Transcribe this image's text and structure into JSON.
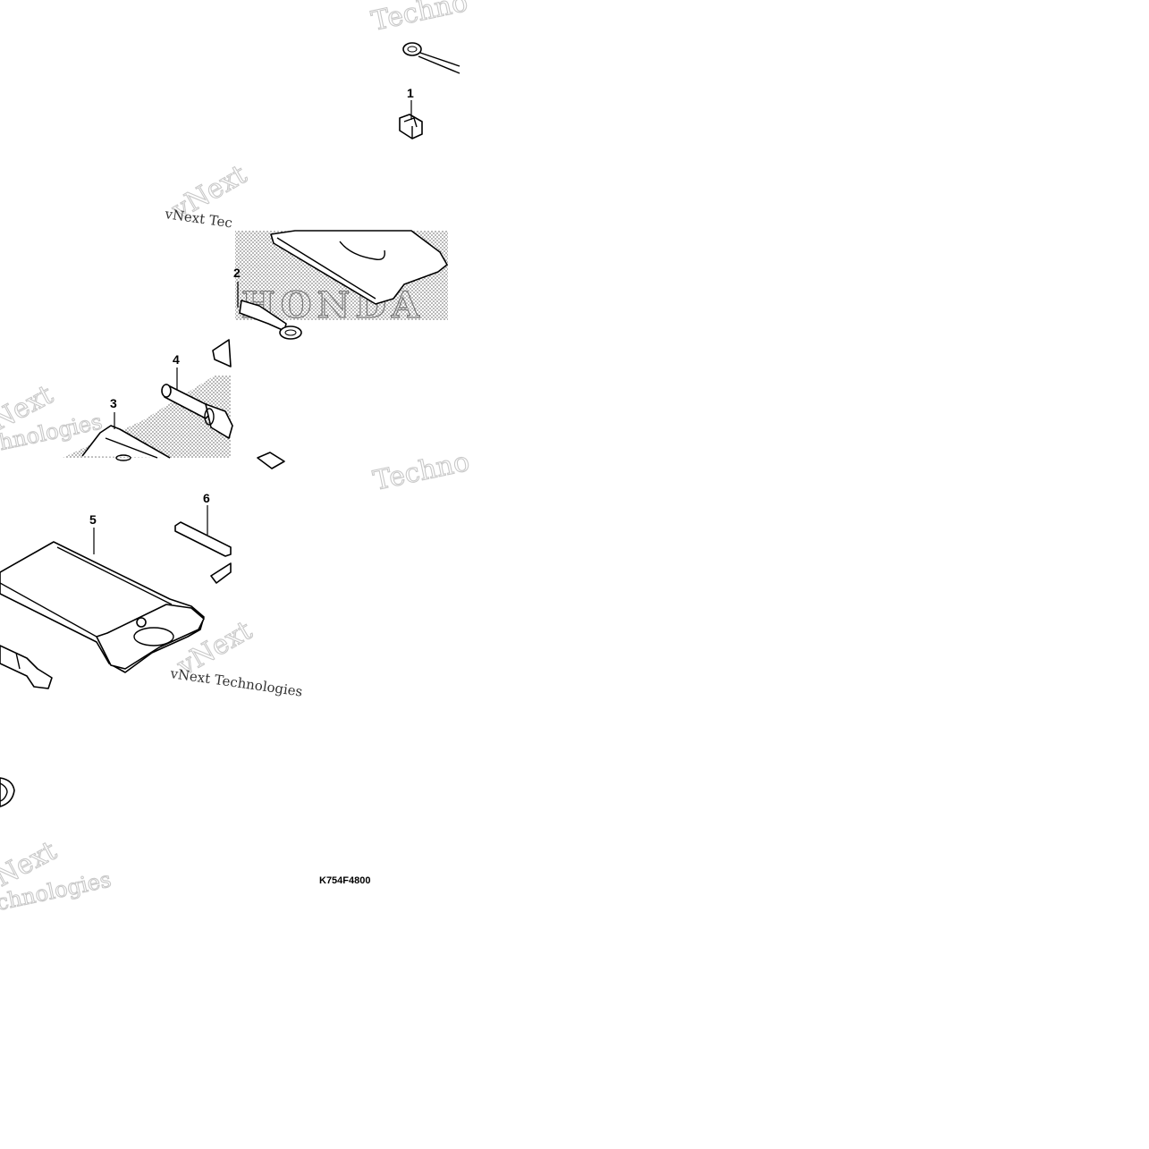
{
  "diagram": {
    "parts": [
      {
        "id": "1",
        "label": "1"
      },
      {
        "id": "2",
        "label": "2"
      },
      {
        "id": "3",
        "label": "3"
      },
      {
        "id": "4",
        "label": "4"
      },
      {
        "id": "5",
        "label": "5"
      },
      {
        "id": "6",
        "label": "6"
      }
    ],
    "figure_code": "K754F4800",
    "brand_text": "HONDA"
  },
  "watermarks": {
    "vnext": "vNext",
    "technologies": "Technologies",
    "techno": "Techno",
    "vnext_tec": "vNext Tec",
    "vnext_technologies": "vNext Technologies"
  },
  "colors": {
    "ink": "#000000",
    "dither": "#8a8a8a",
    "watermark": "#c9c9c9"
  }
}
